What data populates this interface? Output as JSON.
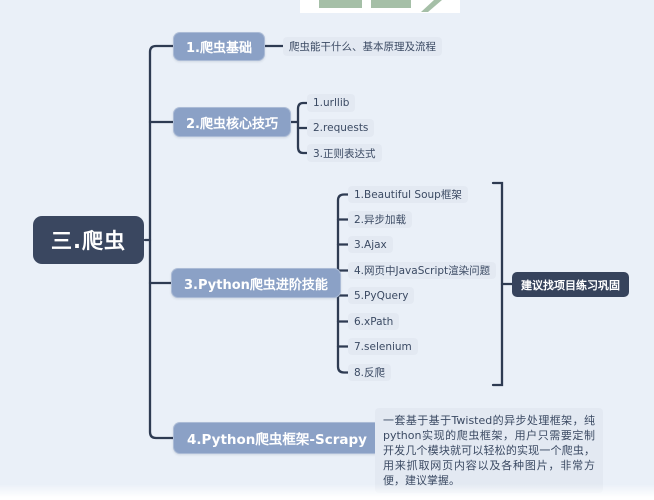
{
  "root": {
    "label": "三.爬虫"
  },
  "branches": [
    {
      "label": "1.爬虫基础",
      "note": "爬虫能干什么、基本原理及流程"
    },
    {
      "label": "2.爬虫核心技巧",
      "children": [
        "1.urllib",
        "2.requests",
        "3.正则表达式"
      ]
    },
    {
      "label": "3.Python爬虫进阶技能",
      "children": [
        "1.Beautiful Soup框架",
        "2.异步加载",
        "3.Ajax",
        "4.网页中JavaScript渲染问题",
        "5.PyQuery",
        "6.xPath",
        "7.selenium",
        "8.反爬"
      ],
      "summary": "建议找项目练习巩固"
    },
    {
      "label": "4.Python爬虫框架-Scrapy",
      "note": "一套基于基于Twisted的异步处理框架，纯python实现的爬虫框架，用户只需要定制开发几个模块就可以轻松的实现一个爬虫，用来抓取网页内容以及各种图片，非常方便，建议掌握。"
    }
  ],
  "colors": {
    "canvas_bg": "#eaf0f8",
    "root_bg": "#3a4760",
    "branch_bg": "#8ba1c6",
    "child_bg": "#e3e9f2",
    "summary_bg": "#36435c",
    "text_dark": "#3b4a63",
    "line": "#2e3b52",
    "watermark_green": "#a5bfa7"
  }
}
